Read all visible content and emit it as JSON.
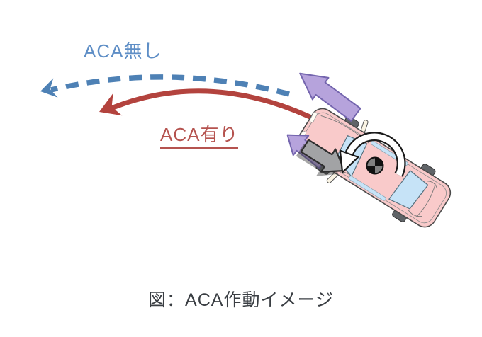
{
  "figure": {
    "type": "vehicle-dynamics-diagram",
    "caption": "図：ACA作動イメージ",
    "labels": {
      "without_aca": "ACA無し",
      "with_aca": "ACA有り"
    },
    "icons": {
      "without_aca_trajectory": "dashed-curved-arrow-left",
      "with_aca_trajectory": "solid-curved-arrow-left",
      "vehicle": "car-top-view",
      "front_assist_force": "purple-block-arrow-up-left",
      "side_assist_force": "purple-block-arrow-up-left",
      "brake_force": "gray-block-arrow-down-right",
      "yaw_moment": "counterclockwise-rotation-arrow",
      "center_of_gravity": "cg-quadrant-marker"
    },
    "colors": {
      "without_aca_curve": "#4e81b5",
      "without_aca_label": "#5e8ec6",
      "with_aca_curve": "#b3433e",
      "with_aca_label": "#b5534f",
      "assist_arrow_fill": "#b6a3dc",
      "assist_arrow_outline": "#7465ae",
      "brake_arrow_fill": "#a2a3a5",
      "brake_arrow_outline": "#2e2e2e",
      "brake_arrow_shadow": "#3a3a3a",
      "car_body": "#f9caca",
      "car_outline": "#4a4a4a",
      "car_inner_line": "#8a8a8a",
      "car_glass": "#c6e3f7",
      "car_glass_outline": "#55707e",
      "car_tire": "#606468",
      "mirror_fill": "#faf4e4",
      "headlight_fill": "#fffdf5",
      "rotation_arrow_fill": "#ffffff",
      "rotation_arrow_outline": "#1a1a1a",
      "cg_dark": "#111111",
      "cg_gray": "#808080",
      "caption_text": "#3a3e43",
      "background": "#ffffff"
    }
  }
}
